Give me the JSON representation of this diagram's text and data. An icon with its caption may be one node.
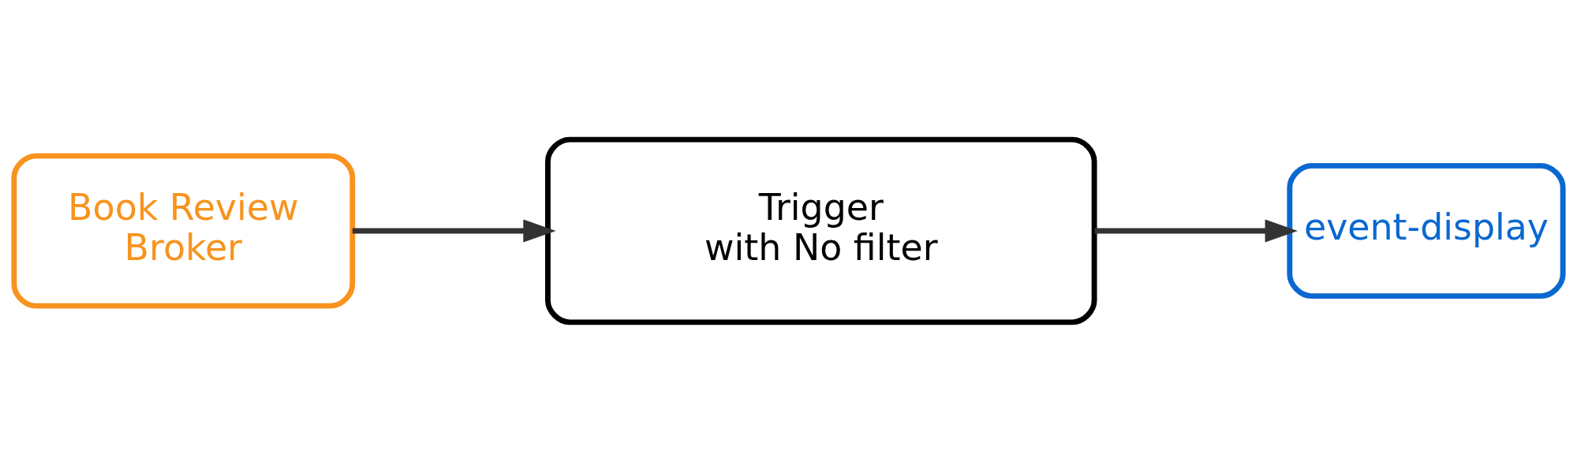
{
  "diagram": {
    "nodes": [
      {
        "text": [
          "Book Review Broker"
        ]
      },
      {
        "text": [
          "Trigger",
          "with No filter"
        ]
      },
      {
        "text": [
          "event-display"
        ]
      }
    ],
    "edges": [
      {
        "from": 0,
        "to": 1,
        "arrow": "to"
      },
      {
        "from": 1,
        "to": 2,
        "arrow": "to"
      }
    ]
  }
}
